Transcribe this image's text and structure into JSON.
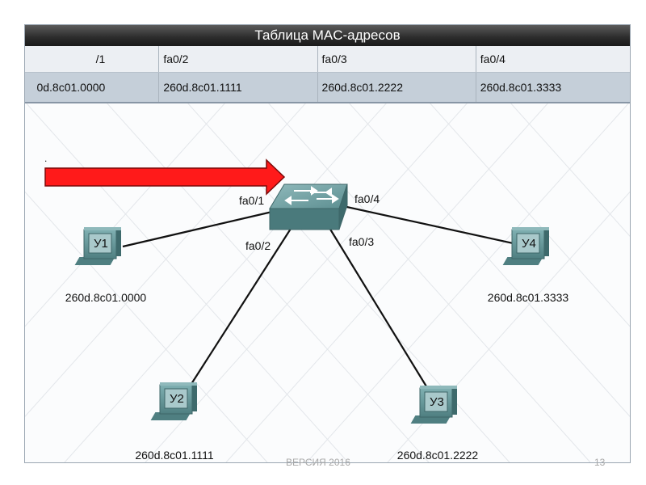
{
  "mac_table": {
    "title": "Таблица MAC-адресов",
    "ports": [
      "/1",
      "fa0/2",
      "fa0/3",
      "fa0/4"
    ],
    "addresses": [
      "0d.8c01.0000",
      "260d.8c01.1111",
      "260d.8c01.2222",
      "260d.8c01.3333"
    ]
  },
  "switch": {
    "ports": {
      "p1": "fa0/1",
      "p2": "fa0/2",
      "p3": "fa0/3",
      "p4": "fa0/4"
    }
  },
  "hosts": [
    {
      "name": "У1",
      "mac": "260d.8c01.0000"
    },
    {
      "name": "У2",
      "mac": "260d.8c01.1111"
    },
    {
      "name": "У3",
      "mac": "260d.8c01.2222"
    },
    {
      "name": "У4",
      "mac": "260d.8c01.3333"
    }
  ],
  "arrow_marker": ".",
  "footer": {
    "version": "ВЕРСИЯ 2016",
    "page": "13"
  },
  "colors": {
    "arrow": "#ff1a1a",
    "device": "#5e8f91",
    "table_header": "#2b2b2b",
    "table_value_row": "#c5cfd9"
  }
}
